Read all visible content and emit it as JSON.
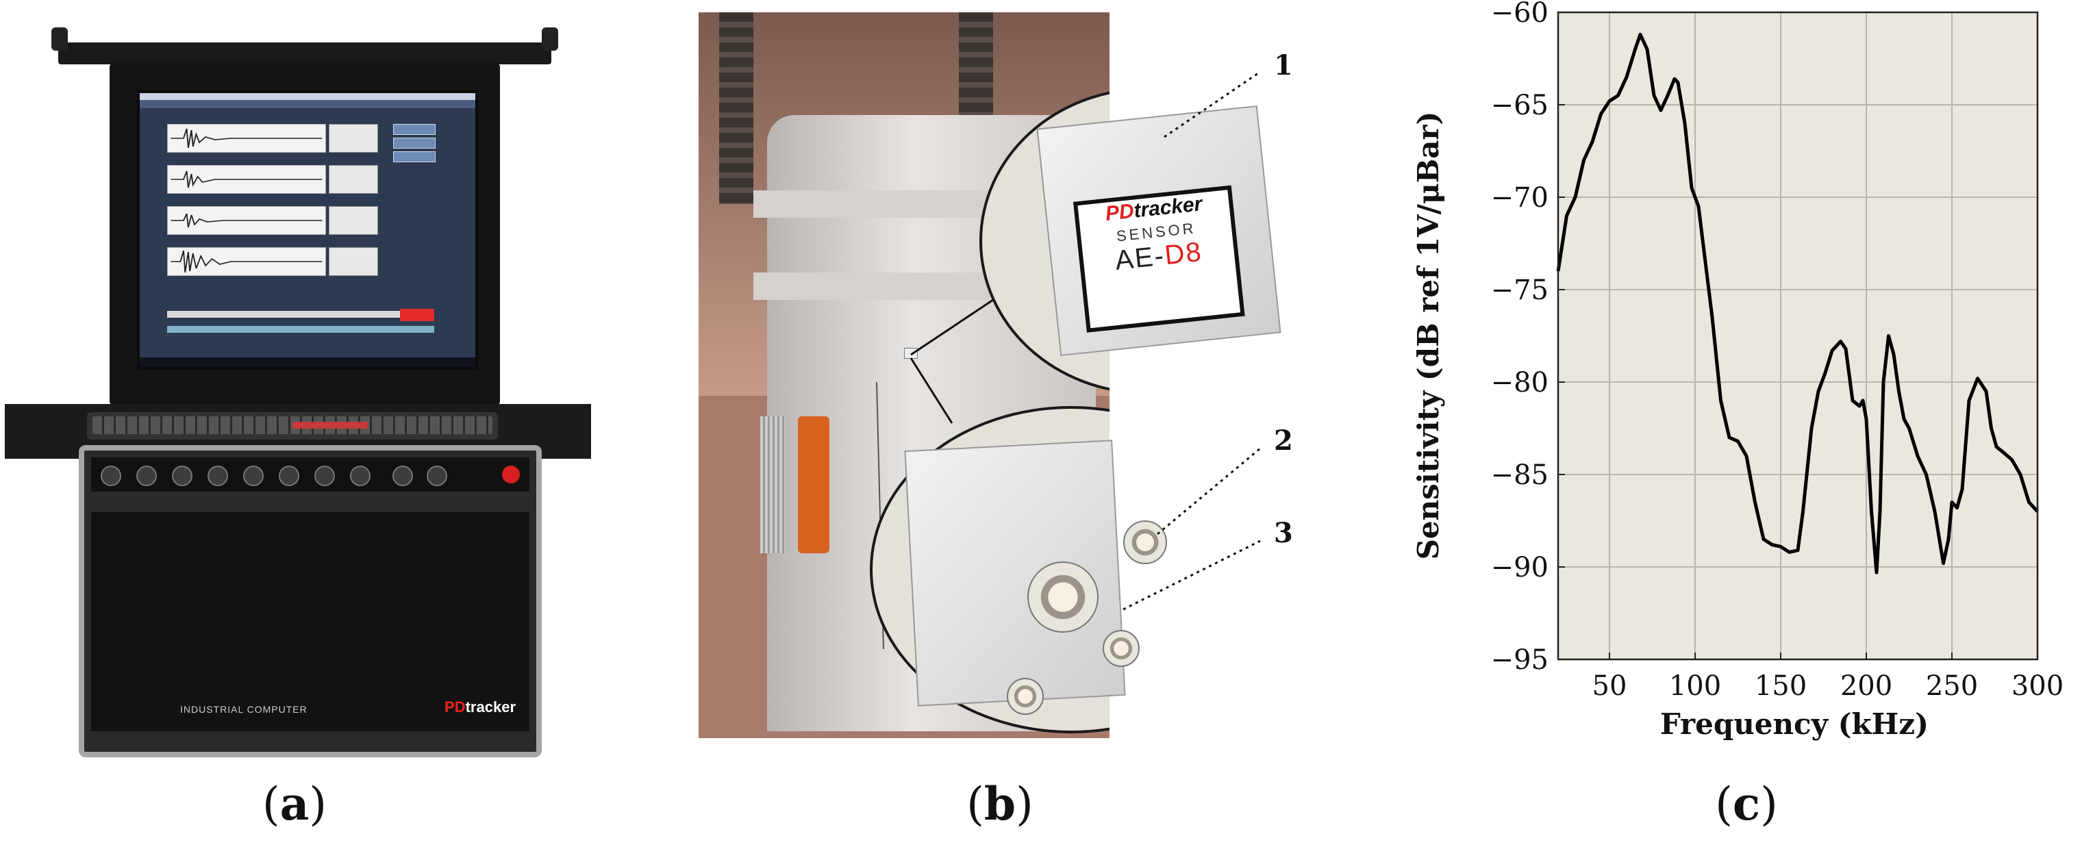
{
  "panels": {
    "a": {
      "caption": "a",
      "pc_label": "INDUSTRIAL COMPUTER",
      "brand_pd": "PD",
      "brand_rest": "tracker"
    },
    "b": {
      "caption": "b",
      "sensor_brand_pd": "PD",
      "sensor_brand_rest": "tracker",
      "sensor_sub": "SENSOR",
      "sensor_model_a": "AE-",
      "sensor_model_b": "D8",
      "callouts": [
        "1",
        "2",
        "3"
      ]
    },
    "c": {
      "caption": "c"
    }
  },
  "chart_data": {
    "type": "line",
    "title": "",
    "xlabel": "Frequency (kHz)",
    "ylabel": "Sensitivity (dB ref 1V/μBar)",
    "xlim": [
      20,
      300
    ],
    "ylim": [
      -95,
      -60
    ],
    "xticks": [
      50,
      100,
      150,
      200,
      250,
      300
    ],
    "yticks": [
      -60,
      -65,
      -70,
      -75,
      -80,
      -85,
      -90,
      -95
    ],
    "grid": true,
    "background": "#ebe6de",
    "line_color": "#000000",
    "series": [
      {
        "x": [
          20,
          25,
          30,
          35,
          40,
          45,
          50,
          55,
          60,
          65,
          68,
          72,
          76,
          80,
          84,
          88,
          90,
          94,
          98,
          102,
          106,
          110,
          115,
          120,
          125,
          130,
          135,
          140,
          145,
          150,
          155,
          160,
          163,
          168,
          172,
          176,
          180,
          185,
          188,
          192,
          196,
          198,
          200,
          203,
          206,
          208,
          210,
          213,
          216,
          219,
          222,
          225,
          230,
          235,
          240,
          245,
          248,
          250,
          253,
          256,
          260,
          265,
          270,
          273,
          276,
          280,
          285,
          290,
          295,
          300
        ],
        "y": [
          -74,
          -71,
          -70,
          -68,
          -67,
          -65.5,
          -64.8,
          -64.5,
          -63.5,
          -62,
          -61.2,
          -62,
          -64.5,
          -65.3,
          -64.5,
          -63.6,
          -63.8,
          -66,
          -69.5,
          -70.5,
          -73.5,
          -76.5,
          -81,
          -83,
          -83.2,
          -84,
          -86.5,
          -88.5,
          -88.8,
          -88.9,
          -89.2,
          -89.1,
          -87,
          -82.5,
          -80.5,
          -79.5,
          -78.3,
          -77.8,
          -78.2,
          -81,
          -81.3,
          -81,
          -82,
          -87,
          -90.3,
          -87,
          -80,
          -77.5,
          -78.5,
          -80.5,
          -82,
          -82.5,
          -84,
          -85,
          -87,
          -89.8,
          -88.5,
          -86.5,
          -86.8,
          -85.8,
          -81,
          -79.8,
          -80.5,
          -82.5,
          -83.5,
          -83.8,
          -84.2,
          -85,
          -86.5,
          -87
        ]
      }
    ]
  }
}
